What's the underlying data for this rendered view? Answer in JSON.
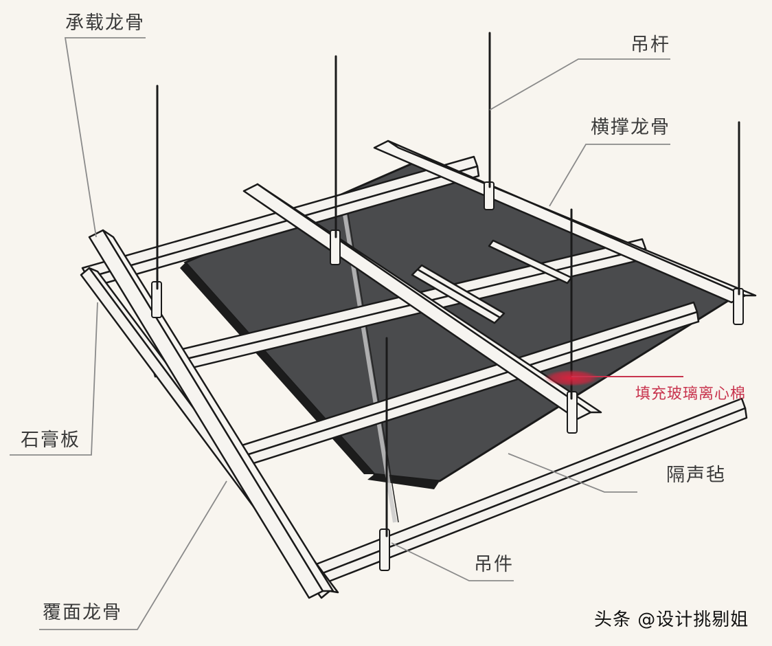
{
  "diagram": {
    "title": "",
    "type": "ceiling keel (suspended ceiling frame) exploded isometric diagram",
    "labels": {
      "main_keel": "承载龙骨",
      "hanger_rod": "吊杆",
      "cross_keel": "横撑龙骨",
      "glass_wool": "填充玻璃离心棉",
      "gypsum_board": "石膏板",
      "sound_felt": "隔声毡",
      "hanger": "吊件",
      "cover_keel": "覆面龙骨"
    },
    "watermark": "头条 @设计挑剔姐",
    "colors": {
      "background": "#f8f5ef",
      "label_text": "#3a3a3a",
      "leader_line": "#8a8a8a",
      "board_dark": "#4a4b4d",
      "keel_fill": "#f4f2ee",
      "outline": "#1a1a1a",
      "accent_red": "#e0203c",
      "accent_label": "#c8344e"
    }
  }
}
